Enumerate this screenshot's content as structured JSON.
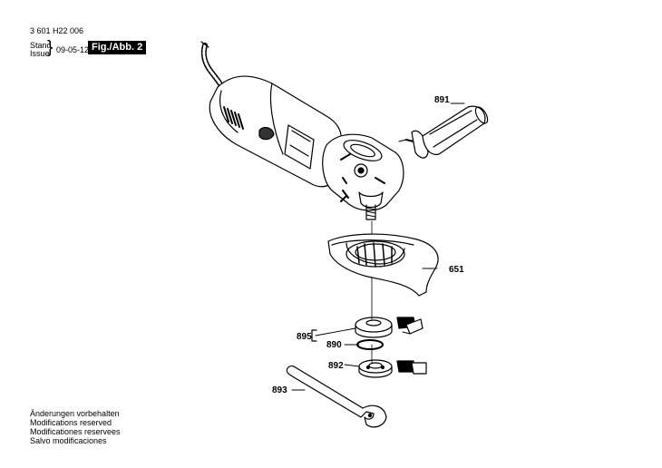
{
  "header": {
    "doc_number": "3 601 H22 006",
    "stand_label": "Stand",
    "issue_label": "Issue",
    "date": "09-05-12",
    "figure": "Fig./Abb. 2"
  },
  "parts": [
    {
      "id": "p891",
      "number": "891"
    },
    {
      "id": "p651",
      "number": "651"
    },
    {
      "id": "p895",
      "number": "895"
    },
    {
      "id": "p890",
      "number": "890"
    },
    {
      "id": "p892",
      "number": "892"
    },
    {
      "id": "p893",
      "number": "893"
    }
  ],
  "footer": {
    "lines": [
      "Änderungen vorbehalten",
      "Modifications reserved",
      "Modificationes reservees",
      "Salvo modificaciones"
    ]
  }
}
